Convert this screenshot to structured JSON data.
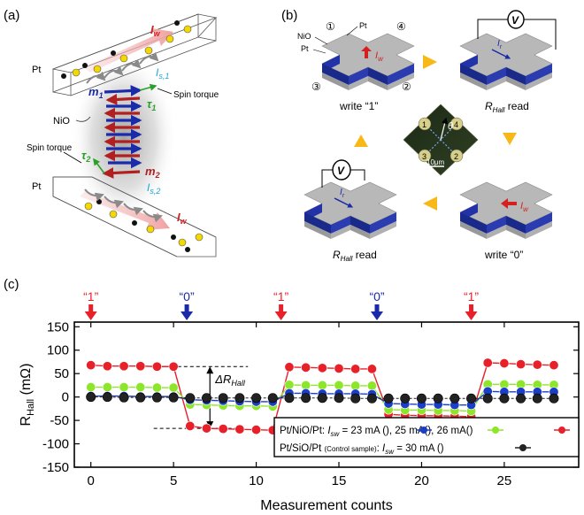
{
  "panel_a": {
    "label": "(a)",
    "pt_top": "Pt",
    "pt_bottom": "Pt",
    "nio": "NiO",
    "spin_torque_top": "Spin torque",
    "spin_torque_bottom": "Spin torque",
    "iw": "I",
    "iw_sub": "w",
    "is1": "I",
    "is1_sub": "s,1",
    "is2": "I",
    "is2_sub": "s,2",
    "m1": "m",
    "m1_sub": "1",
    "m2": "m",
    "m2_sub": "2",
    "tau1": "τ",
    "tau1_sub": "1",
    "tau2": "τ",
    "tau2_sub": "2"
  },
  "panel_b": {
    "label": "(b)",
    "nio": "NiO",
    "pt1": "Pt",
    "pt2": "Pt",
    "terminal_1": "①",
    "terminal_2": "②",
    "terminal_3": "③",
    "terminal_4": "④",
    "write1": "write “1”",
    "write0": "write “0”",
    "read_r": "R",
    "read_sub": "Hall",
    "read_word": " read",
    "voltmeter": "V",
    "iw": "I",
    "iw_sub": "w",
    "ir": "I",
    "ir_sub": "r",
    "theta": "θ",
    "scale": "10μm",
    "chip_1": "1",
    "chip_2": "2",
    "chip_3": "3",
    "chip_4": "4"
  },
  "panel_c": {
    "label": "(c)",
    "markers": [
      {
        "text": "“1”",
        "x": 0,
        "color": "#e8202a"
      },
      {
        "text": "“0”",
        "x": 5.8,
        "color": "#1a2aa8"
      },
      {
        "text": "“1”",
        "x": 11.5,
        "color": "#e8202a"
      },
      {
        "text": "“0”",
        "x": 17.3,
        "color": "#1a2aa8"
      },
      {
        "text": "“1”",
        "x": 23,
        "color": "#e8202a"
      }
    ],
    "delta_label": "ΔR",
    "delta_sub": "Hall",
    "legend_line1_prefix": "Pt/NiO/Pt: ",
    "legend_line1_isw": "I",
    "legend_line1_isw_sub": "sw",
    "legend_line1_23": " = 23 mA (",
    "legend_line1_25": "), 25 mA(",
    "legend_line1_26": "), 26 mA(",
    "legend_line1_end": ")",
    "legend_line2_prefix": "Pt/SiO/Pt ",
    "legend_line2_ctrl": "(Control sample)",
    "legend_line2_colon": ": ",
    "legend_line2_isw": "I",
    "legend_line2_isw_sub": "sw",
    "legend_line2_30": " = 30 mA (",
    "legend_line2_end": ")"
  },
  "chart_data": {
    "type": "line",
    "xlabel": "Measurement counts",
    "ylabel": "R",
    "ylabel_sub": "Hall",
    "ylabel_unit": " (mΩ)",
    "xlim": [
      -1,
      29.5
    ],
    "ylim": [
      -150,
      160
    ],
    "xticks": [
      0,
      5,
      10,
      15,
      20,
      25
    ],
    "yticks": [
      150,
      100,
      50,
      0,
      -50,
      -100,
      -150
    ],
    "series": [
      {
        "name": "26 mA",
        "color": "#e8202a",
        "x": [
          0,
          1,
          2,
          3,
          4,
          5,
          6,
          7,
          8,
          9,
          10,
          11,
          12,
          13,
          14,
          15,
          16,
          17,
          18,
          19,
          20,
          21,
          22,
          23,
          24,
          25,
          26,
          27,
          28
        ],
        "values": [
          68,
          66,
          66,
          66,
          65,
          65,
          -62,
          -67,
          -68,
          -69,
          -70,
          -71,
          64,
          63,
          62,
          61,
          60,
          60,
          -37,
          -39,
          -40,
          -40,
          -41,
          -42,
          73,
          72,
          70,
          69,
          68
        ]
      },
      {
        "name": "25 mA",
        "color": "#8ee62a",
        "x": [
          0,
          1,
          2,
          3,
          4,
          5,
          6,
          7,
          8,
          9,
          10,
          11,
          12,
          13,
          14,
          15,
          16,
          17,
          18,
          19,
          20,
          21,
          22,
          23,
          24,
          25,
          26,
          27,
          28
        ],
        "values": [
          21,
          21,
          21,
          21,
          20,
          20,
          -16,
          -17,
          -18,
          -19,
          -19,
          -20,
          26,
          25,
          25,
          25,
          24,
          24,
          -27,
          -28,
          -28,
          -29,
          -29,
          -30,
          27,
          27,
          27,
          26,
          26
        ]
      },
      {
        "name": "23 mA",
        "color": "#1a3ec8",
        "x": [
          0,
          1,
          2,
          3,
          4,
          5,
          6,
          7,
          8,
          9,
          10,
          11,
          12,
          13,
          14,
          15,
          16,
          17,
          18,
          19,
          20,
          21,
          22,
          23,
          24,
          25,
          26,
          27,
          28
        ],
        "values": [
          2,
          2,
          2,
          1,
          1,
          1,
          -6,
          -7,
          -8,
          -9,
          -10,
          -10,
          8,
          8,
          7,
          7,
          7,
          6,
          -14,
          -15,
          -16,
          -16,
          -17,
          -17,
          12,
          11,
          11,
          11,
          11
        ]
      },
      {
        "name": "30 mA (Control)",
        "color": "#222222",
        "x": [
          0,
          1,
          2,
          3,
          4,
          5,
          6,
          7,
          8,
          9,
          10,
          11,
          12,
          13,
          14,
          15,
          16,
          17,
          18,
          19,
          20,
          21,
          22,
          23,
          24,
          25,
          26,
          27,
          28
        ],
        "values": [
          0,
          0,
          -1,
          -1,
          -1,
          -1,
          -2,
          -2,
          -2,
          -2,
          -2,
          -2,
          -2,
          -2,
          -2,
          -2,
          -3,
          -3,
          -3,
          -3,
          -3,
          -3,
          -3,
          -3,
          -3,
          -3,
          -3,
          -3,
          -3
        ]
      }
    ],
    "delta_ref_high": 65,
    "delta_ref_low": -67
  }
}
